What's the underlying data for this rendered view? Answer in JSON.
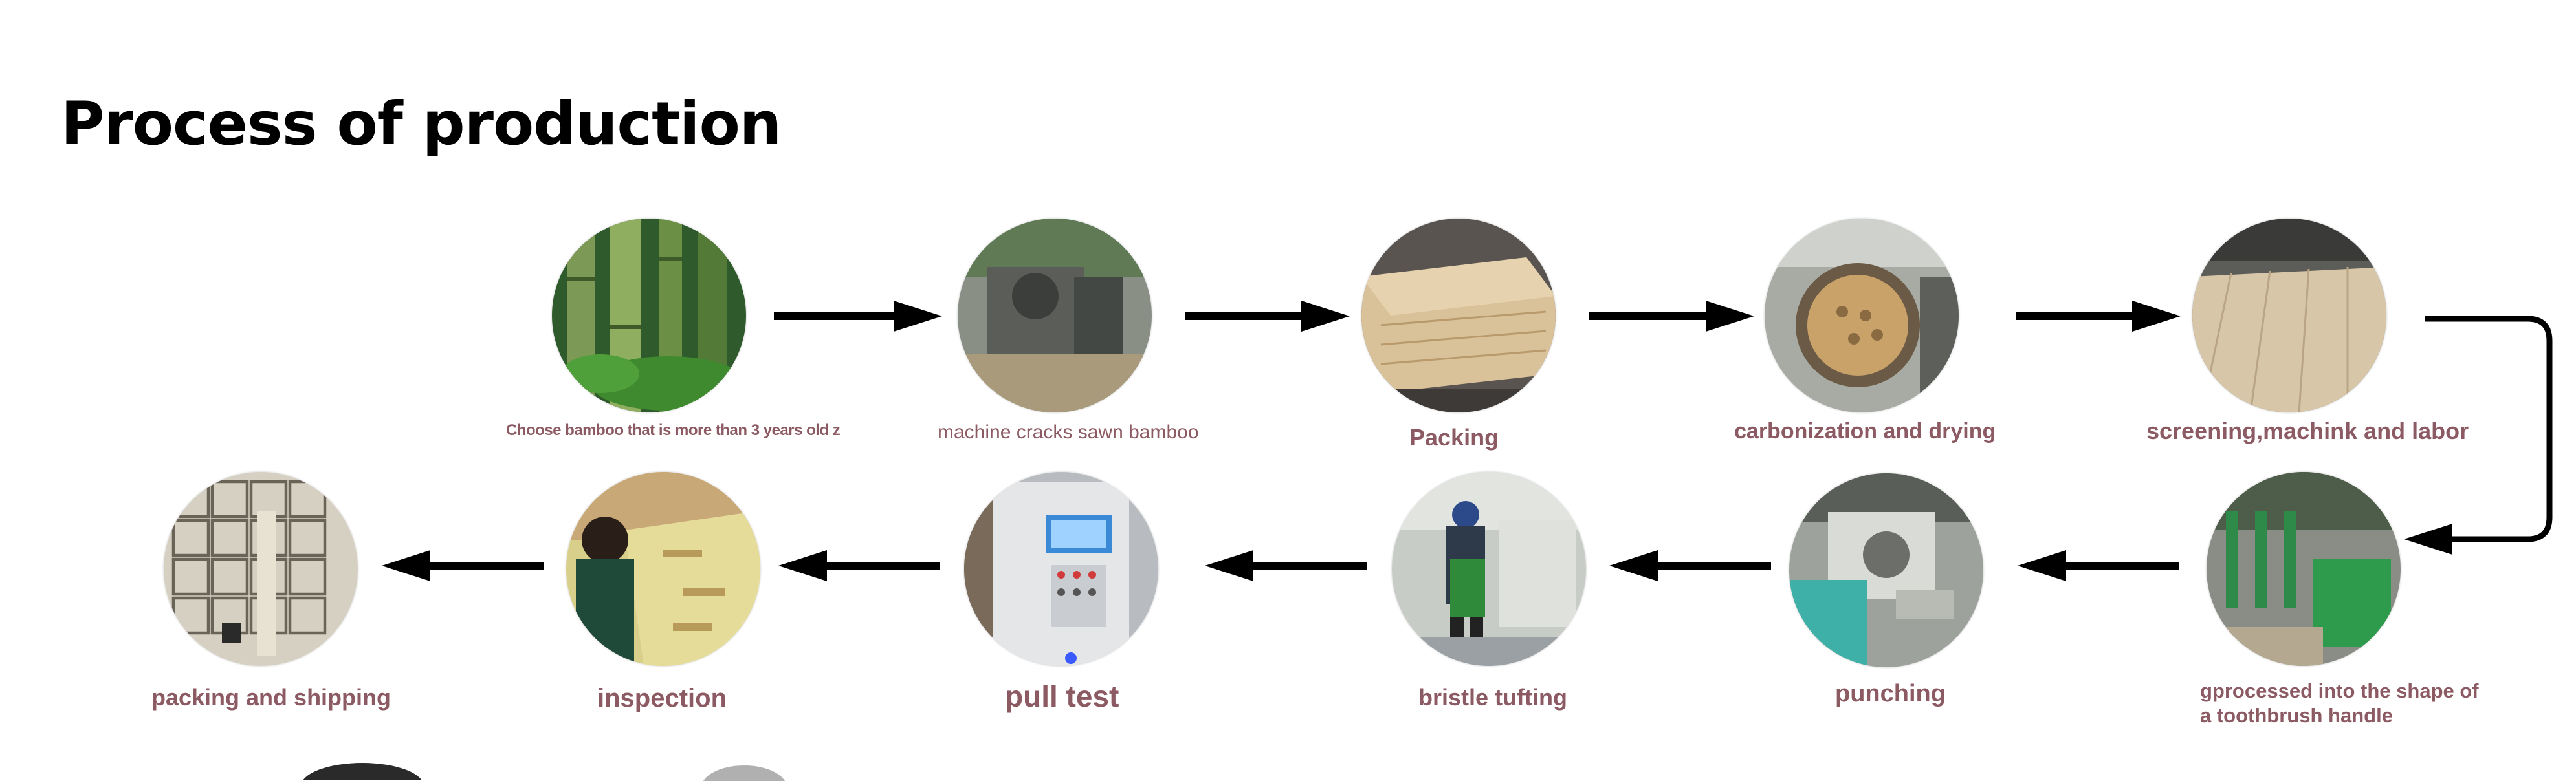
{
  "title": "Process of production",
  "colors": {
    "label": "#8c5a62",
    "arrow": "#000000"
  },
  "steps": [
    {
      "label": "Choose bamboo  that is more than  3 years old z",
      "photo": "bamboo-grove-photo"
    },
    {
      "label": "machine cracks sawn bamboo",
      "photo": "bamboo-cracking-machine-photo"
    },
    {
      "label": "Packing",
      "photo": "stacked-bamboo-strips-photo"
    },
    {
      "label": "carbonization and drying",
      "photo": "carbonization-kiln-photo"
    },
    {
      "label": "screening,machink and labor",
      "photo": "bamboo-slats-photo"
    },
    {
      "label_line1": "gprocessed into the shape of",
      "label_line2": "a toothbrush handle",
      "photo": "handle-shaping-machine-photo"
    },
    {
      "label": "punching",
      "photo": "punching-machine-photo"
    },
    {
      "label": "bristle tufting",
      "photo": "tufting-worker-photo"
    },
    {
      "label": "pull test",
      "photo": "pull-test-device-photo"
    },
    {
      "label": "inspection",
      "photo": "inspection-worker-photo"
    },
    {
      "label": "packing and shipping",
      "photo": "packed-boxes-photo"
    }
  ]
}
